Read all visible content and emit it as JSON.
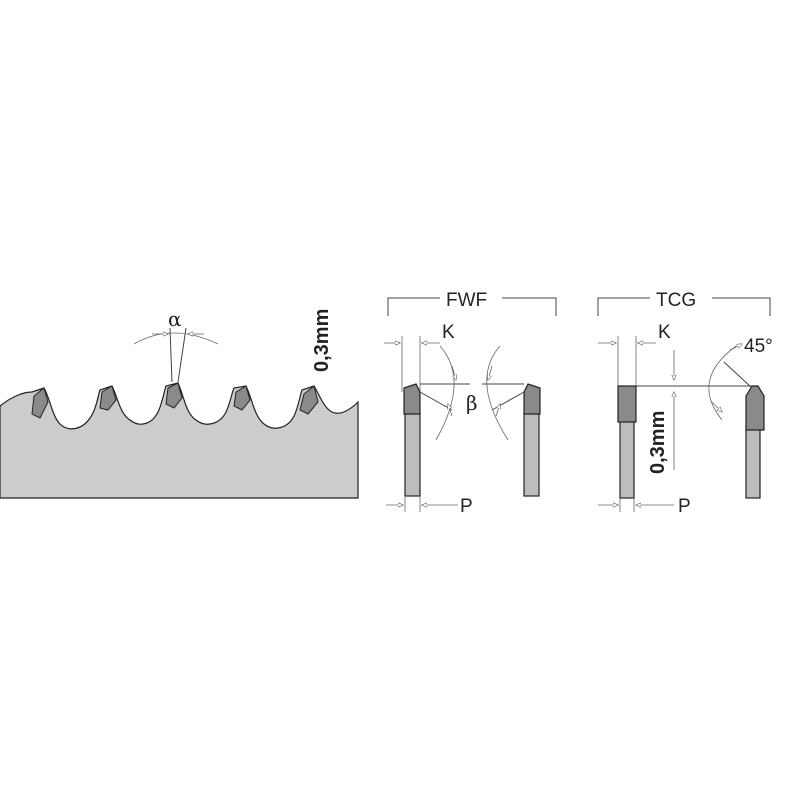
{
  "blade_profile": {
    "angle_label": "α",
    "thickness_label": "0,3mm"
  },
  "fwf": {
    "title": "FWF",
    "k_label": "K",
    "beta_label": "β",
    "p_label": "P"
  },
  "tcg": {
    "title": "TCG",
    "k_label": "K",
    "angle_label": "45°",
    "height_label": "0,3mm",
    "p_label": "P"
  },
  "colors": {
    "blade_fill": "#cccccc",
    "carbide_fill": "#8a8a8a",
    "outline": "#222222",
    "shaft_fill": "#bdbdbd"
  }
}
